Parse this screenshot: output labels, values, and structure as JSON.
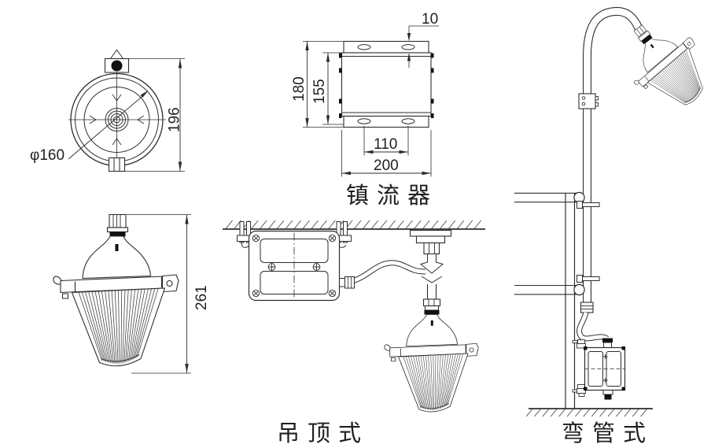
{
  "diagram": {
    "top_view": {
      "diameter_label": "φ160",
      "height_label": "196"
    },
    "ballast_view": {
      "title": "镇流器",
      "flange_thickness": "10",
      "overall_height": "180",
      "body_height": "155",
      "hole_spacing": "110",
      "overall_width": "200"
    },
    "lamp_side_view": {
      "height_label": "261"
    },
    "ceiling_view": {
      "title": "吊顶式"
    },
    "bent_pipe_view": {
      "title": "弯管式"
    },
    "colors": {
      "line": "#2e2e2e",
      "fill_black": "#111111"
    }
  }
}
